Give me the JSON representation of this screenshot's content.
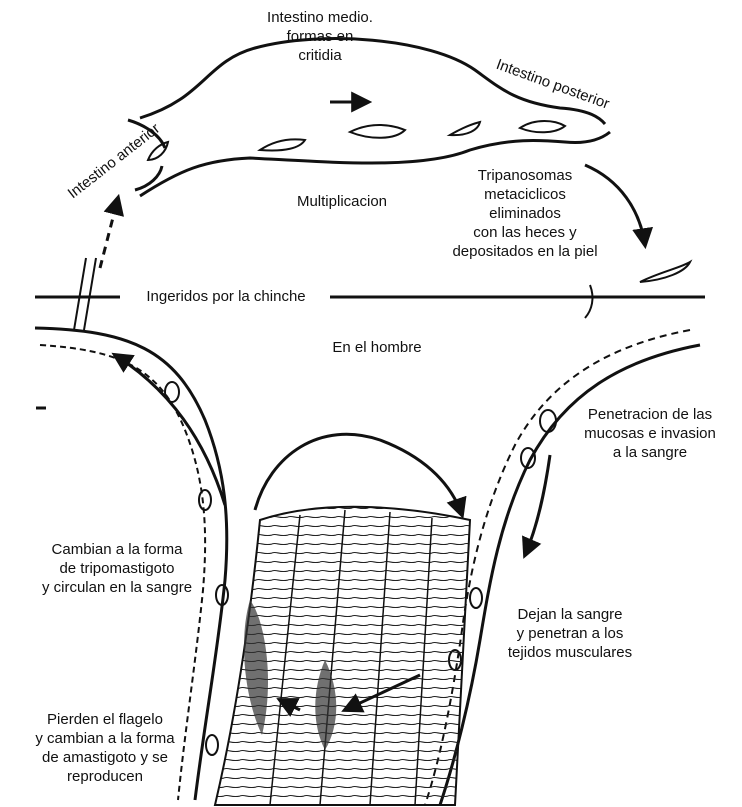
{
  "labels": {
    "midgut": [
      "Intestino medio.",
      "formas en",
      "critidia"
    ],
    "foregut": "Intestino anterior",
    "hindgut": "Intestino posterior",
    "multiplication": "Multiplicacion",
    "metacyclic": [
      "Tripanosomas",
      "metaciclicos",
      "eliminados",
      "con las heces y",
      "depositados en la piel"
    ],
    "ingested": "Ingeridos por la chinche",
    "in_man": "En el hombre",
    "penetration": [
      "Penetracion de las",
      "mucosas e invasion",
      "a la sangre"
    ],
    "trypomastigote": [
      "Cambian a la forma",
      "de tripomastigoto",
      "y circulan en la sangre"
    ],
    "leave_blood": [
      "Dejan la sangre",
      "y penetran a los",
      "tejidos musculares"
    ],
    "amastigote": [
      "Pierden el flagelo",
      "y cambian a la forma",
      "de amastigoto y se",
      "reproducen"
    ]
  },
  "colors": {
    "ink": "#111111",
    "background": "#ffffff"
  }
}
